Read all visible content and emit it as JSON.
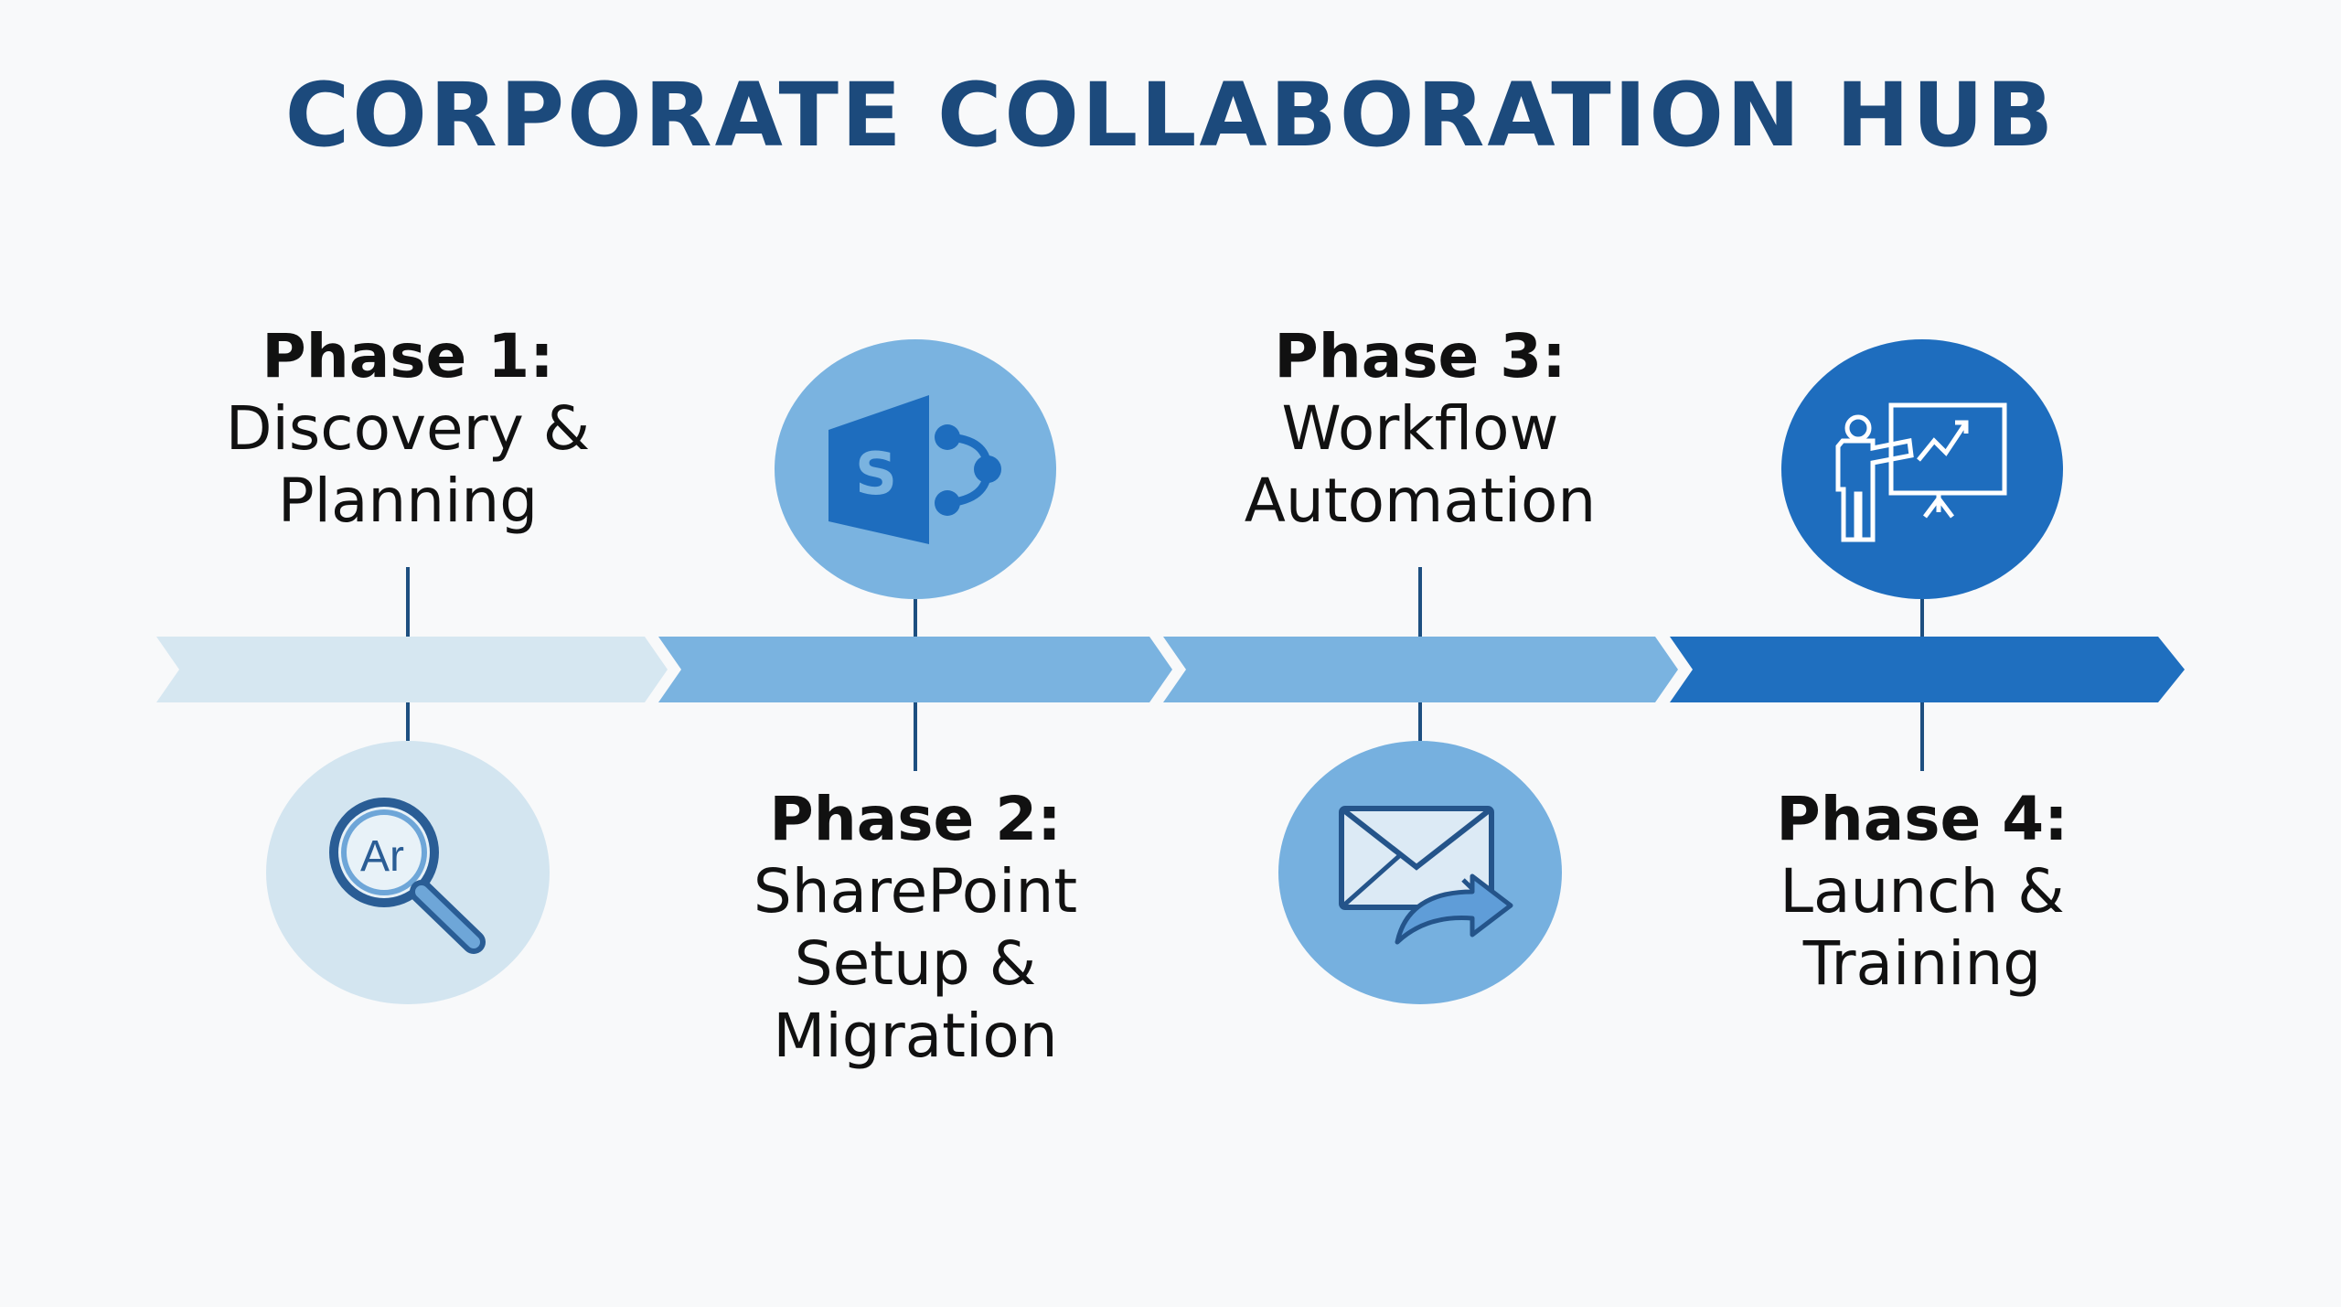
{
  "title": "CORPORATE COLLABORATION HUB",
  "colors": {
    "title": "#1c4a7c",
    "connector": "#1d4f80",
    "segment_light": "#d6e7f1",
    "segment_mid": "#7ab3e0",
    "segment_dark": "#1f6fbf"
  },
  "phases": [
    {
      "heading": "Phase 1:",
      "lines": [
        "Discovery &",
        "Planning"
      ],
      "icon": "magnifier-search-icon",
      "icon_text": "Ar",
      "color": "#d3e5f0"
    },
    {
      "heading": "Phase 2:",
      "lines": [
        "SharePoint",
        "Setup &",
        "Migration"
      ],
      "icon": "sharepoint-logo-icon",
      "icon_text": "S",
      "color": "#7ab3e0"
    },
    {
      "heading": "Phase 3:",
      "lines": [
        "Workflow",
        "Automation"
      ],
      "icon": "email-forward-icon",
      "color": "#76b0df"
    },
    {
      "heading": "Phase 4:",
      "lines": [
        "Launch &",
        "Training"
      ],
      "icon": "presentation-trainer-icon",
      "color": "#1e6dbe"
    }
  ]
}
